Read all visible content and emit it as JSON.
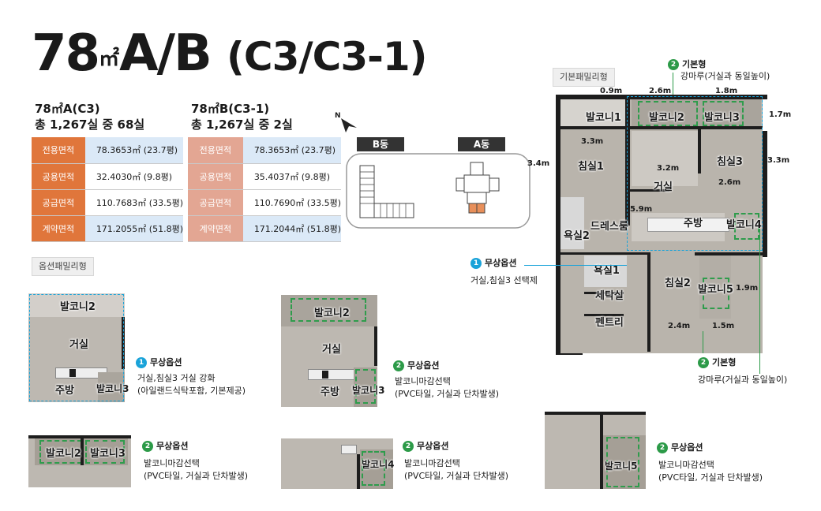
{
  "title": {
    "main": "78",
    "unit": "㎡",
    "type": "A/B",
    "ref": "(C3/C3-1)"
  },
  "typeA": {
    "heading1": "78㎡A(C3)",
    "heading2": "총 1,267실 중 68실",
    "rows": [
      {
        "label": "전용면적",
        "value": "78.3653㎡ (23.7평)"
      },
      {
        "label": "공용면적",
        "value": "32.4030㎡ (9.8평)"
      },
      {
        "label": "공급면적",
        "value": "110.7683㎡ (33.5평)"
      },
      {
        "label": "계약면적",
        "value": "171.2055㎡ (51.8평)"
      }
    ]
  },
  "typeB": {
    "heading1": "78㎡B(C3-1)",
    "heading2": "총 1,267실 중 2실",
    "rows": [
      {
        "label": "전용면적",
        "value": "78.3653㎡ (23.7평)"
      },
      {
        "label": "공용면적",
        "value": "35.4037㎡ (9.8평)"
      },
      {
        "label": "공급면적",
        "value": "110.7690㎡ (33.5평)"
      },
      {
        "label": "계약면적",
        "value": "171.2044㎡ (51.8평)"
      }
    ]
  },
  "keyplan": {
    "north": "N",
    "dongB": "B동",
    "dongA": "A동"
  },
  "basicTag": "기본패밀리형",
  "optionTag": "옵션패밀리형",
  "rooms": {
    "balcony1": "발코니1",
    "balcony2": "발코니2",
    "balcony3": "발코니3",
    "balcony4": "발코니4",
    "balcony5": "발코니5",
    "bedroom1": "침실1",
    "bedroom2": "침실2",
    "bedroom3": "침실3",
    "living": "거실",
    "kitchen": "주방",
    "dress": "드레스룸",
    "bath1": "욕실1",
    "bath2": "욕실2",
    "laundry": "세탁실",
    "pantry": "펜트리"
  },
  "dims": {
    "d09": "0.9m",
    "d26": "2.6m",
    "d18": "1.8m",
    "d17": "1.7m",
    "d33": "3.3m",
    "d34": "3.4m",
    "d32": "3.2m",
    "d33r": "3.3m",
    "d26b": "2.6m",
    "d59": "5.9m",
    "d19": "1.9m",
    "d24": "2.4m",
    "d15": "1.5m"
  },
  "callouts": {
    "topBasic": {
      "num": "2",
      "title": "기본형",
      "desc": "강마루(거실과 동일높이)"
    },
    "bottomBasic": {
      "num": "2",
      "title": "기본형",
      "desc": "강마루(거실과 동일높이)"
    },
    "freeOption": {
      "num": "1",
      "title": "무상옵션",
      "desc": "거실,침실3 선택제"
    }
  },
  "options": [
    {
      "num": "1",
      "title": "무상옵션",
      "line1": "거실,침실3 거실 강화",
      "line2": "(아일랜드식탁포함, 기본제공)"
    },
    {
      "num": "2",
      "title": "무상옵션",
      "line1": "발코니마감선택",
      "line2": "(PVC타일, 거실과 단차발생)"
    },
    {
      "num": "2",
      "title": "무상옵션",
      "line1": "발코니마감선택",
      "line2": "(PVC타일, 거실과 단차발생)"
    },
    {
      "num": "2",
      "title": "무상옵션",
      "line1": "발코니마감선택",
      "line2": "(PVC타일, 거실과 단차발생)"
    },
    {
      "num": "2",
      "title": "무상옵션",
      "line1": "발코니마감선택",
      "line2": "(PVC타일, 거실과 단차발생)"
    }
  ]
}
